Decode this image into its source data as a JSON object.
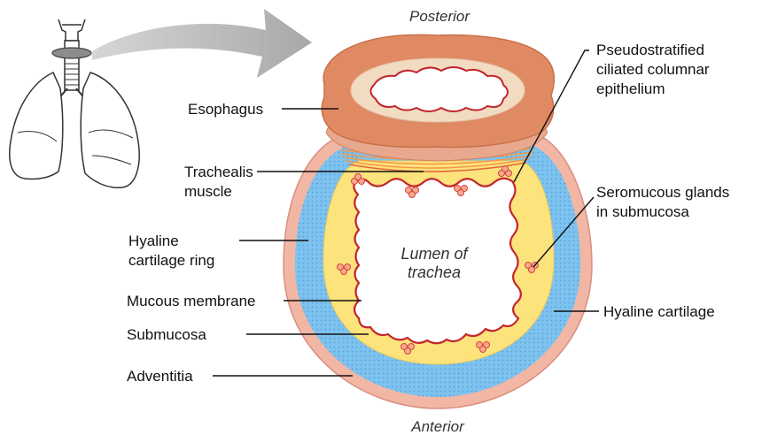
{
  "orientation": {
    "top": "Posterior",
    "bottom": "Anterior"
  },
  "lumen": {
    "line1": "Lumen of",
    "line2": "trachea"
  },
  "labels": {
    "esophagus": "Esophagus",
    "trachealis_1": "Trachealis",
    "trachealis_2": "muscle",
    "hyaline_ring_1": "Hyaline",
    "hyaline_ring_2": "cartilage ring",
    "mucous_membrane": "Mucous membrane",
    "submucosa": "Submucosa",
    "adventitia": "Adventitia",
    "epithelium_1": "Pseudostratified",
    "epithelium_2": "ciliated columnar",
    "epithelium_3": "epithelium",
    "glands_1": "Seromucous glands",
    "glands_2": "in submucosa",
    "hyaline_cartilage": "Hyaline cartilage"
  },
  "colors": {
    "adventitia": "#f2b6a4",
    "cartilage": "#7ec3ef",
    "submucosa": "#fde37c",
    "epithelium": "#c2262d",
    "esophagus_outer": "#e08a63",
    "esophagus_inner": "#f1dcc2",
    "arrow": "#b5b5b5",
    "trachealis": "#f39a4a"
  }
}
